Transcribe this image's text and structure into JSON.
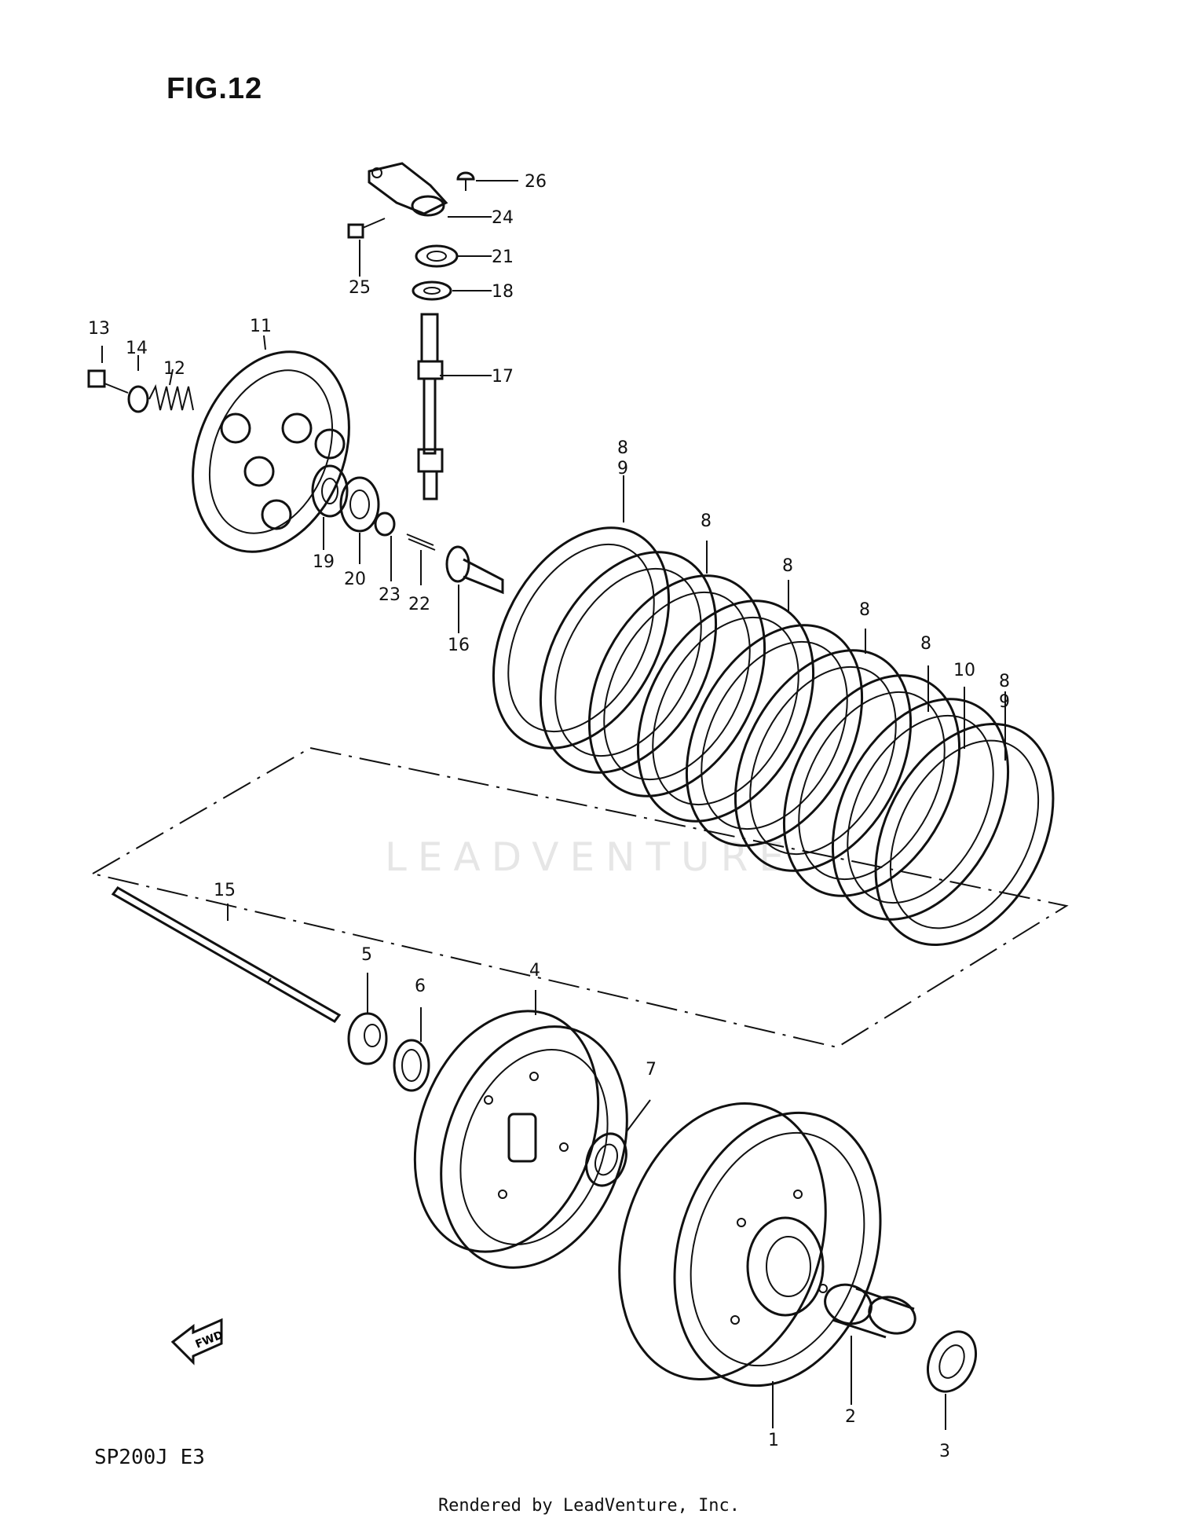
{
  "figure": {
    "title": "FIG.12",
    "model": "SP200J  E3",
    "credit": "Rendered by LeadVenture, Inc.",
    "watermark": "LEADVENTURE"
  },
  "fwd_label": "FWD",
  "callouts": [
    "1",
    "2",
    "3",
    "4",
    "5",
    "6",
    "7",
    "8",
    "9",
    "10",
    "11",
    "12",
    "13",
    "14",
    "15",
    "16",
    "17",
    "18",
    "19",
    "20",
    "21",
    "22",
    "23",
    "24",
    "25",
    "26"
  ]
}
